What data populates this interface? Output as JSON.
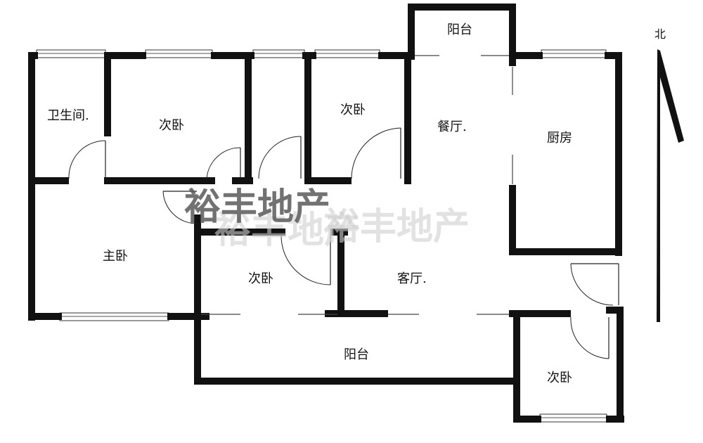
{
  "rooms": {
    "bathroom": "卫生间.",
    "bedroom_top_left": "次卧",
    "bedroom_top_mid": "次卧",
    "balcony_top": "阳台",
    "dining": "餐厅.",
    "kitchen": "厨房",
    "master_bedroom": "主卧",
    "bedroom_mid": "次卧",
    "living": "客厅.",
    "balcony_bottom": "阳台",
    "bedroom_bottom_right": "次卧"
  },
  "compass": {
    "label": "北"
  },
  "watermark": {
    "text": "裕丰地产"
  }
}
